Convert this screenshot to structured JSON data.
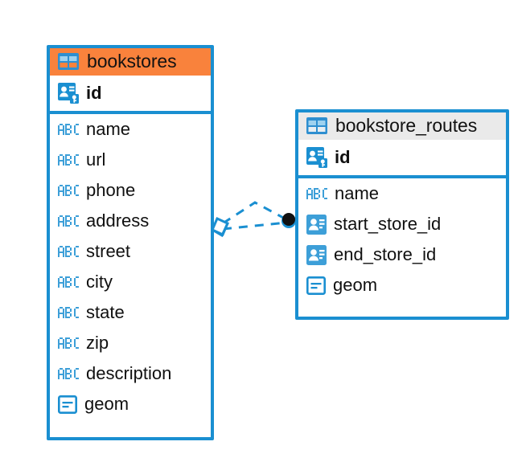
{
  "diagram": {
    "type": "entity-relationship-diagram",
    "background_color": "#ffffff",
    "accent_color": "#1a8fd1",
    "highlight_color": "#f9823c",
    "neutral_header_color": "#eaeaea"
  },
  "entities": [
    {
      "id": "bookstores",
      "title": "bookstores",
      "header_style": "accent",
      "header_icon": "table-icon",
      "primary_key": {
        "label": "id",
        "icon": "primary-key-icon"
      },
      "fields": [
        {
          "label": "name",
          "icon": "abc-text-icon"
        },
        {
          "label": "url",
          "icon": "abc-text-icon"
        },
        {
          "label": "phone",
          "icon": "abc-text-icon"
        },
        {
          "label": "address",
          "icon": "abc-text-icon"
        },
        {
          "label": "street",
          "icon": "abc-text-icon"
        },
        {
          "label": "city",
          "icon": "abc-text-icon"
        },
        {
          "label": "state",
          "icon": "abc-text-icon"
        },
        {
          "label": "zip",
          "icon": "abc-text-icon"
        },
        {
          "label": "description",
          "icon": "abc-text-icon"
        },
        {
          "label": "geom",
          "icon": "geometry-icon"
        }
      ]
    },
    {
      "id": "bookstore_routes",
      "title": "bookstore_routes",
      "header_style": "neutral",
      "header_icon": "table-icon",
      "primary_key": {
        "label": "id",
        "icon": "primary-key-icon"
      },
      "fields": [
        {
          "label": "name",
          "icon": "abc-text-icon"
        },
        {
          "label": "start_store_id",
          "icon": "foreign-key-icon"
        },
        {
          "label": "end_store_id",
          "icon": "foreign-key-icon"
        },
        {
          "label": "geom",
          "icon": "geometry-icon"
        }
      ]
    }
  ],
  "relationship": {
    "from_entity": "bookstores",
    "to_entity": "bookstore_routes",
    "line_style": "dashed",
    "line_color": "#1a8fd1",
    "source_marker": "diamond-marker",
    "target_marker": "circle-marker",
    "branch_count": 2
  }
}
